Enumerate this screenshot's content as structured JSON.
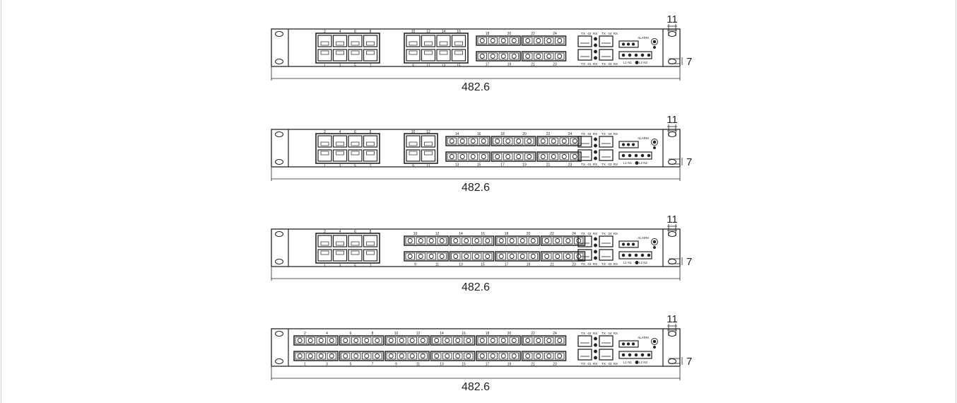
{
  "colors": {
    "line": "#222222",
    "frame": "#cccccc",
    "background": "#ffffff"
  },
  "dimensions": {
    "width": "482.6",
    "ear_height": "11",
    "ear_width": "7"
  },
  "labels": {
    "alarm": "ALARM",
    "tx": "TX",
    "rx": "RX",
    "power": "L1 N1",
    "power2": "L2 N2",
    "sfp_left_top": "02",
    "sfp_right_top": "04",
    "sfp_left_bottom": "01",
    "sfp_right_bottom": "03"
  },
  "panels": [
    {
      "name": "variant-a",
      "groups": [
        {
          "kind": "rj45",
          "cols": 4,
          "top": [
            "2",
            "4",
            "6",
            "8"
          ],
          "bottom": [
            "1",
            "3",
            "5",
            "7"
          ]
        },
        {
          "kind": "rj45",
          "cols": 4,
          "top": [
            "10",
            "12",
            "14",
            "16"
          ],
          "bottom": [
            "9",
            "11",
            "13",
            "15"
          ]
        },
        {
          "kind": "fiber",
          "top": [
            "18",
            "20",
            "22",
            "24"
          ],
          "bottom": [
            "17",
            "19",
            "21",
            "23"
          ]
        }
      ]
    },
    {
      "name": "variant-b",
      "groups": [
        {
          "kind": "rj45",
          "cols": 4,
          "top": [
            "2",
            "4",
            "6",
            "8"
          ],
          "bottom": [
            "1",
            "3",
            "5",
            "7"
          ]
        },
        {
          "kind": "rj45",
          "cols": 2,
          "top": [
            "10",
            "12"
          ],
          "bottom": [
            "9",
            "11"
          ]
        },
        {
          "kind": "fiber",
          "top": [
            "14",
            "16",
            "18",
            "20",
            "22",
            "24"
          ],
          "bottom": [
            "13",
            "15",
            "17",
            "19",
            "21",
            "23"
          ]
        }
      ]
    },
    {
      "name": "variant-c",
      "groups": [
        {
          "kind": "rj45",
          "cols": 4,
          "top": [
            "2",
            "4",
            "6",
            "8"
          ],
          "bottom": [
            "1",
            "3",
            "5",
            "7"
          ]
        },
        {
          "kind": "fiber",
          "top": [
            "10",
            "12",
            "14",
            "16",
            "18",
            "20",
            "22",
            "24"
          ],
          "bottom": [
            "9",
            "11",
            "13",
            "15",
            "17",
            "19",
            "21",
            "23"
          ]
        }
      ]
    },
    {
      "name": "variant-d",
      "groups": [
        {
          "kind": "fiber",
          "top": [
            "2",
            "4",
            "6",
            "8",
            "10",
            "12",
            "14",
            "16",
            "18",
            "20",
            "22",
            "24"
          ],
          "bottom": [
            "1",
            "3",
            "5",
            "7",
            "9",
            "11",
            "13",
            "15",
            "17",
            "19",
            "21",
            "23"
          ]
        }
      ]
    }
  ]
}
